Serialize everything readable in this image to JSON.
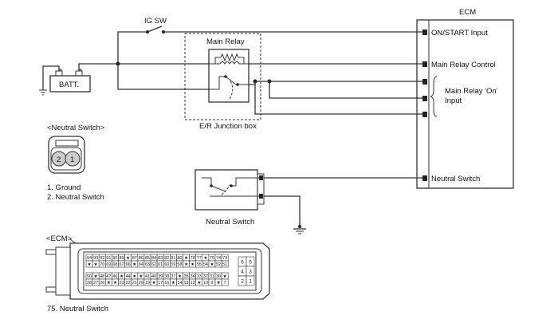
{
  "labels": {
    "ecm": "ECM",
    "ig_sw": "IG SW",
    "batt": "BATT.",
    "main_relay": "Main Relay",
    "junction_box": "E/R Junction box",
    "on_start_input": "ON/START Input",
    "main_relay_control": "Main Relay Control",
    "main_relay_on_input_line1": "Main Relay 'On'",
    "main_relay_on_input_line2": "Input",
    "neutral_switch_ecm": "Neutral Switch",
    "neutral_switch": "Neutral Switch",
    "neutral_switch_connector_title": "<Neutral Switch>",
    "connector_pin_1": "1",
    "connector_pin_2": "2",
    "pin_desc_1": "1. Ground",
    "pin_desc_2": "2. Neutral Switch",
    "ecm_connector_title": "<ECM>",
    "ecm_pin_desc": "75. Neutral Switch"
  },
  "ecm_connector": {
    "row1": [
      "94",
      "93",
      "92",
      "91",
      "90",
      "89",
      "★",
      "87",
      "86",
      "85",
      "84",
      "83",
      "82",
      "81",
      "80",
      "★",
      "78",
      "77",
      "★",
      "75",
      "74",
      "73"
    ],
    "row2": [
      "★",
      "★",
      "70",
      "69",
      "68",
      "67",
      "66",
      "★",
      "64",
      "63",
      "62",
      "61",
      "60",
      "59",
      "58",
      "★",
      "★",
      "55",
      "54",
      "★",
      "52",
      "51"
    ],
    "row3": [
      "50",
      "★",
      "48",
      "47",
      "46",
      "★",
      "44",
      "★",
      "★",
      "41",
      "40",
      "39",
      "38",
      "37",
      "★",
      "35",
      "34",
      "33",
      "32",
      "31",
      "30",
      "★"
    ],
    "row4": [
      "28",
      "27",
      "26",
      "★",
      "★",
      "23",
      "22",
      "21",
      "20",
      "19",
      "★",
      "17",
      "16",
      "★",
      "14",
      "13",
      "12",
      "★",
      "10",
      "9",
      "★",
      "7"
    ],
    "side": [
      "6",
      "5",
      "4",
      "3",
      "2",
      "1"
    ]
  }
}
